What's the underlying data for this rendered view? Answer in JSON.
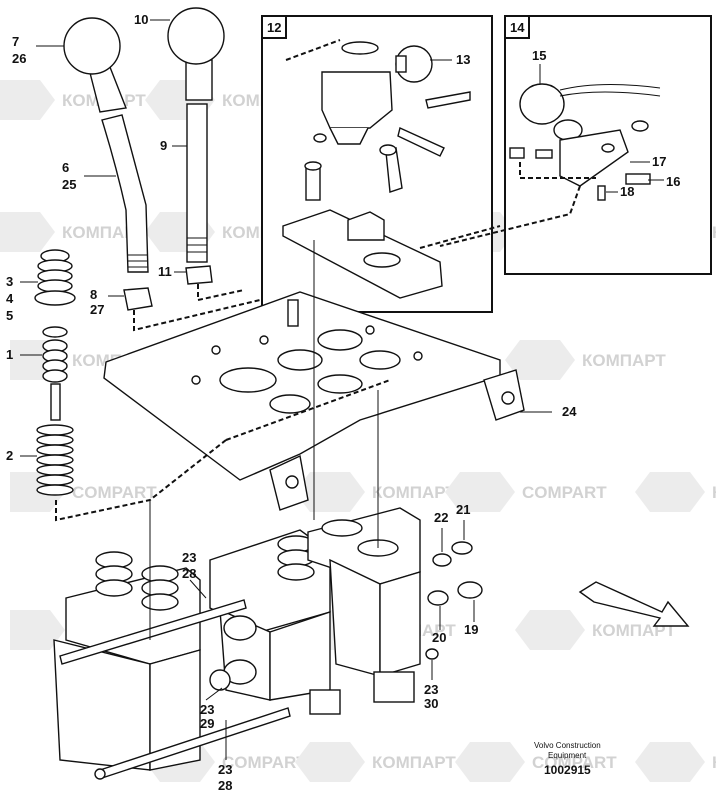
{
  "watermark": {
    "cyrillic": "КОМПАРТ",
    "latin": "COMPART",
    "tile_colors": {
      "hex": "#e9e9e9",
      "text": "#d2d2d2"
    }
  },
  "inset_labels": {
    "left": "12",
    "right": "14"
  },
  "part_labels": {
    "l1": "1",
    "l2": "2",
    "l3": "3",
    "l4": "4",
    "l5": "5",
    "l6": "6",
    "l25": "25",
    "l7": "7",
    "l26": "26",
    "l8": "8",
    "l27": "27",
    "l9": "9",
    "l10": "10",
    "l11": "11",
    "l13": "13",
    "l15": "15",
    "l16": "16",
    "l17": "17",
    "l18": "18",
    "l19": "19",
    "l20": "20",
    "l21": "21",
    "l22": "22",
    "l23a": "23",
    "l28a": "28",
    "l23b": "23",
    "l29": "29",
    "l23c": "23",
    "l30": "30",
    "l23d": "23",
    "l28b": "28",
    "l24": "24"
  },
  "footer": {
    "line1": "Volvo Construction",
    "line2": "Equipment",
    "number": "1002915"
  }
}
